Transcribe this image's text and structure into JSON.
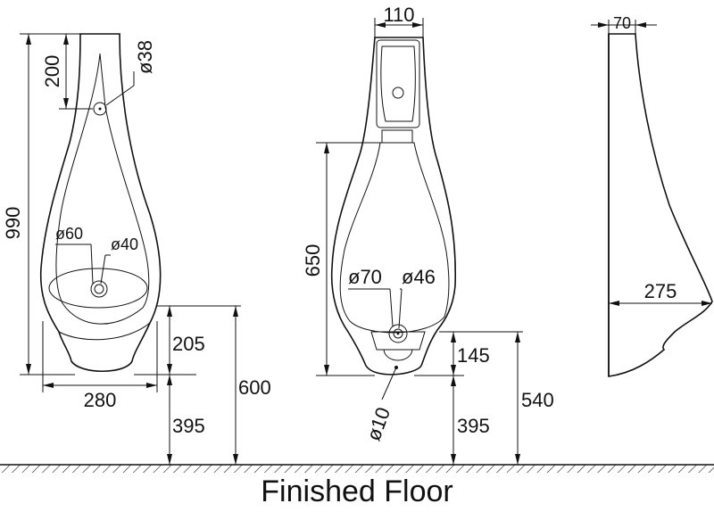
{
  "caption": "Finished Floor",
  "front_view": {
    "height": "990",
    "top_to_hole": "200",
    "hole_dia": "ø38",
    "outlet_outer": "ø60",
    "outlet_inner": "ø40",
    "width": "280",
    "lip_height": "205",
    "lip_from_floor": "395",
    "total_to_lip": "600"
  },
  "back_view": {
    "top_width": "110",
    "mount_height": "650",
    "outlet_outer": "ø70",
    "outlet_inner": "ø46",
    "drain_hole": "ø10",
    "bottom_offset": "145",
    "from_floor": "395",
    "total": "540"
  },
  "side_view": {
    "top_depth": "70",
    "depth": "275"
  }
}
